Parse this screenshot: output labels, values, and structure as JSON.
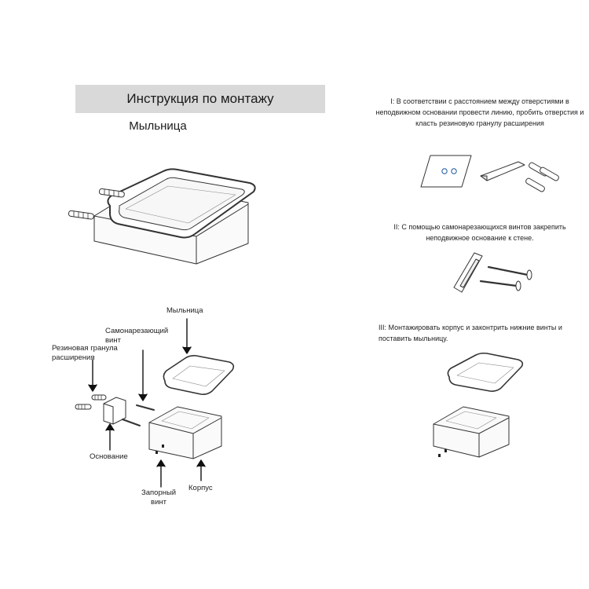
{
  "header": {
    "title": "Инструкция по монтажу",
    "subtitle": "Мыльница"
  },
  "parts": {
    "soap_dish": "Мыльница",
    "self_tapping_screw": "Самонарезающий винт",
    "rubber_plug": "Резиновая гранула расширения",
    "base": "Основание",
    "lock_screw": "Запорный винт",
    "body": "Корпус"
  },
  "steps": [
    {
      "text": "I: В соответствии с расстоянием между отверстиями в неподвижном основании провести линию, пробить отверстия и класть резиновую гранулу расширения"
    },
    {
      "text": "II: С помощью самонарезающихся винтов закрепить неподвижное основание к стене."
    },
    {
      "text": "III: Монтажировать корпус и законтрить нижние винты и поставить мыльницу."
    }
  ]
}
